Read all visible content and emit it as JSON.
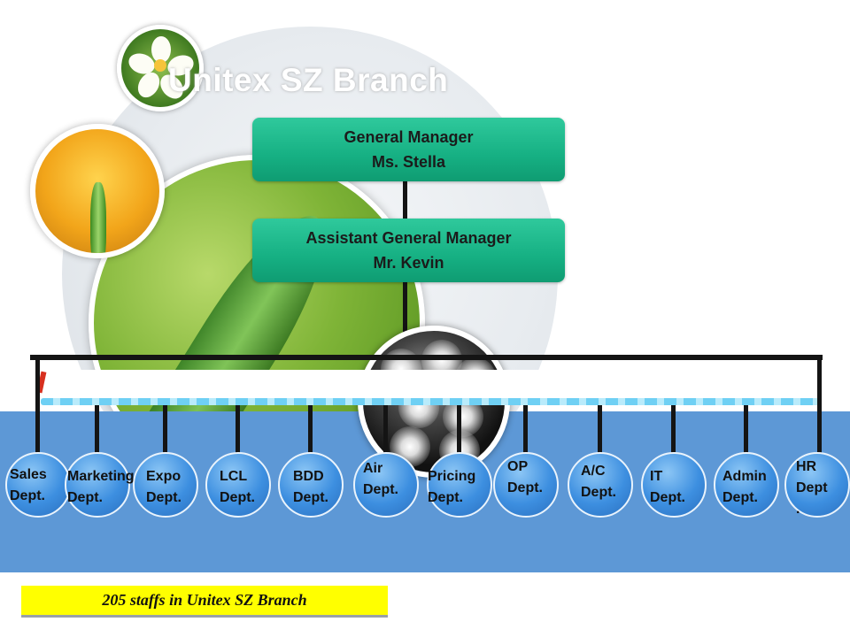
{
  "title": "Unitex SZ Branch",
  "general_manager": {
    "role": "General Manager",
    "name": "Ms. Stella"
  },
  "assistant_general_manager": {
    "role": "Assistant General Manager",
    "name": "Mr. Kevin"
  },
  "departments": [
    {
      "label": "Sales\nDept."
    },
    {
      "label": "Marketing\nDept."
    },
    {
      "label": "Expo\nDept."
    },
    {
      "label": "LCL\nDept."
    },
    {
      "label": "BDD\nDept."
    },
    {
      "label": "Air\nDept."
    },
    {
      "label": "Pricing\nDept."
    },
    {
      "label": "OP\nDept."
    },
    {
      "label": "A/C\nDept."
    },
    {
      "label": "IT\nDept."
    },
    {
      "label": "Admin\nDept."
    },
    {
      "label": "HR\nDept\n."
    }
  ],
  "footer": "205  staffs in Unitex SZ Branch",
  "colors": {
    "manager_box": "#16b083",
    "blue_band": "#5d98d6",
    "department_bubble": "#3d8fe0",
    "footer_highlight": "#ffff00"
  }
}
